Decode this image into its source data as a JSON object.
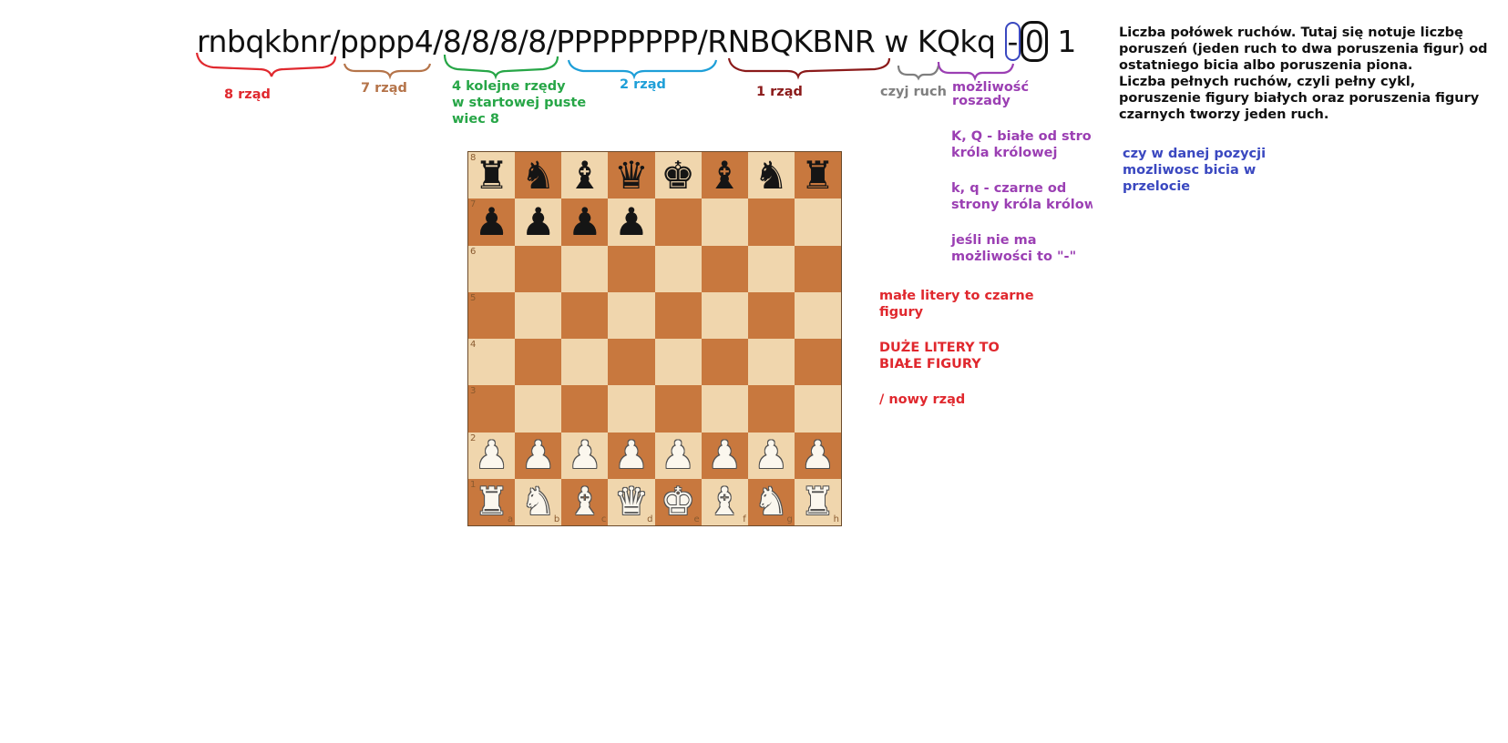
{
  "fen": {
    "rank8": "rnbqkbnr",
    "sep1": "/",
    "rank7": "pppp4",
    "sep2": "/",
    "empty": "8/8/8/8",
    "sep3": "/",
    "rank2": "PPPPPPPP",
    "sep4": "/",
    "rank1": "RNBQKBNR",
    "turn": "w",
    "castling": "KQkq",
    "enpassant": "-",
    "halfmove": "0",
    "fullmove": "1"
  },
  "labels": {
    "rank8": "8 rząd",
    "rank7": "7 rząd",
    "empty": [
      "4 kolejne rzędy",
      "w startowej puste",
      "wiec 8"
    ],
    "rank2": "2 rząd",
    "rank1": "1 rząd",
    "turn": "czyj ruch",
    "castling": [
      "możliwość",
      "roszady"
    ]
  },
  "notes": {
    "castling_white": [
      "K, Q - białe od strony",
      "króla królowej"
    ],
    "castling_black": [
      "k, q - czarne od",
      "strony króla królowej"
    ],
    "castling_none": [
      "jeśli nie ma",
      "możliwości to \"-\""
    ],
    "lowercase": [
      "małe litery to czarne",
      "figury"
    ],
    "uppercase": [
      "DUŻE LITERY TO",
      "BIAŁE FIGURY"
    ],
    "slash": "/ nowy rząd",
    "halfmove": "Liczba połówek ruchów. Tutaj się notuje liczbę poruszeń (jeden ruch to dwa poruszenia figur) od ostatniego bicia albo poruszenia piona.",
    "fullmove": "Liczba pełnych ruchów, czyli pełny cykl, poruszenie figury białych oraz poruszenia figury czarnych tworzy jeden ruch.",
    "enpassant": [
      "czy w danej pozycji",
      "mozliwosc bicia w",
      "przelocie"
    ]
  },
  "colors": {
    "red": "#e0282e",
    "brown": "#b5744a",
    "green": "#27a647",
    "blue": "#1e9fd8",
    "darkred": "#8b1a1a",
    "gray": "#7f7f7f",
    "purple": "#9b3fb3",
    "navy": "#3a48c0",
    "light_square": "#f0d6ad",
    "dark_square": "#c8783e"
  },
  "board": {
    "ranks": [
      [
        "r",
        "n",
        "b",
        "q",
        "k",
        "b",
        "n",
        "r"
      ],
      [
        "p",
        "p",
        "p",
        "p",
        "",
        "",
        "",
        ""
      ],
      [
        "",
        "",
        "",
        "",
        "",
        "",
        "",
        ""
      ],
      [
        "",
        "",
        "",
        "",
        "",
        "",
        "",
        ""
      ],
      [
        "",
        "",
        "",
        "",
        "",
        "",
        "",
        ""
      ],
      [
        "",
        "",
        "",
        "",
        "",
        "",
        "",
        ""
      ],
      [
        "P",
        "P",
        "P",
        "P",
        "P",
        "P",
        "P",
        "P"
      ],
      [
        "R",
        "N",
        "B",
        "Q",
        "K",
        "B",
        "N",
        "R"
      ]
    ],
    "rank_labels": [
      "8",
      "7",
      "6",
      "5",
      "4",
      "3",
      "2",
      "1"
    ],
    "file_labels": [
      "a",
      "b",
      "c",
      "d",
      "e",
      "f",
      "g",
      "h"
    ],
    "visible_rank_labels": [
      "8",
      "7",
      "6",
      "5",
      "4",
      "3",
      "2",
      "1"
    ],
    "visible_file_labels": [
      "a",
      "b",
      "c",
      "d",
      "e",
      "f",
      "g",
      "h"
    ]
  }
}
